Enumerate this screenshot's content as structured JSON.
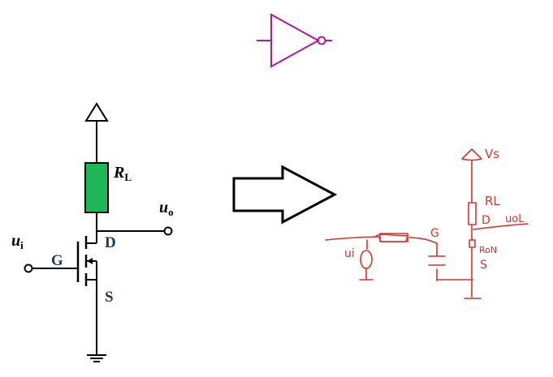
{
  "colors": {
    "wire": "#000000",
    "resistor_fill": "#1fb65a",
    "label_blue": "#1f3864",
    "inverter": "#b0199c",
    "sketch": "#d9342b",
    "arrow_fill": "#ffffff"
  },
  "circuit": {
    "rl_main": "R",
    "rl_sub": "L",
    "uo_main": "u",
    "uo_sub": "o",
    "ui_main": "u",
    "ui_sub": "i",
    "gate": "G",
    "drain": "D",
    "source": "S"
  },
  "sketch": {
    "vs": "Vs",
    "rl": "RL",
    "d": "D",
    "uol": "uoL",
    "g": "G",
    "ron": "RoN",
    "s": "S",
    "ui": "ui"
  }
}
